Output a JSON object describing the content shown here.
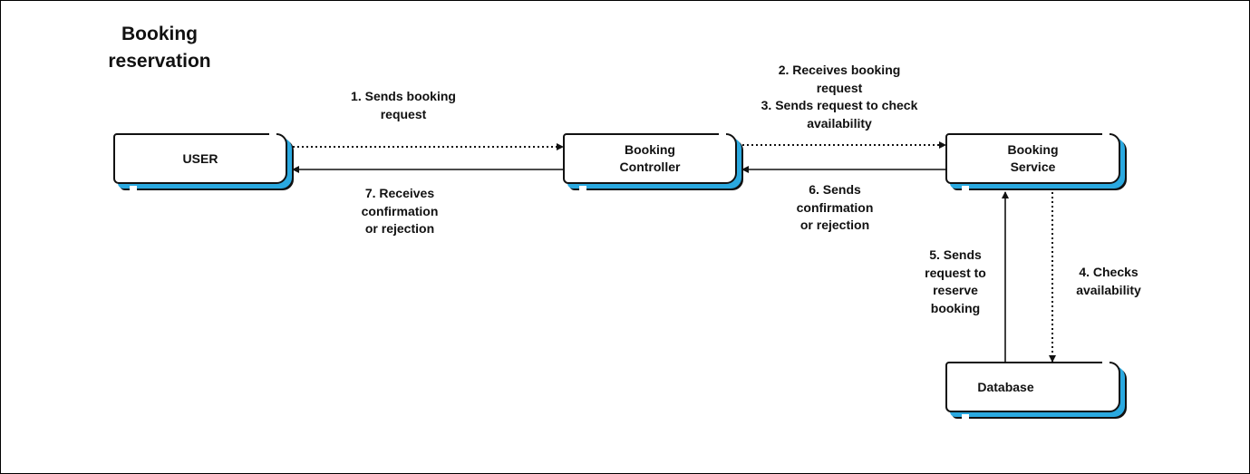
{
  "title": "Booking\nreservation",
  "nodes": {
    "user": "USER",
    "controller": "Booking\nController",
    "service": "Booking\nService",
    "database": "Database"
  },
  "steps": {
    "s1": "1. Sends booking\nrequest",
    "s2_3": "2. Receives booking\nrequest\n3. Sends request to check\navailability",
    "s4": "4. Checks\navailability",
    "s5": "5. Sends\nrequest to\nreserve\nbooking",
    "s6": "6. Sends\nconfirmation\nor rejection",
    "s7": "7. Receives\nconfirmation\nor rejection"
  },
  "colors": {
    "accent": "#2aa9e0",
    "line": "#111111"
  }
}
